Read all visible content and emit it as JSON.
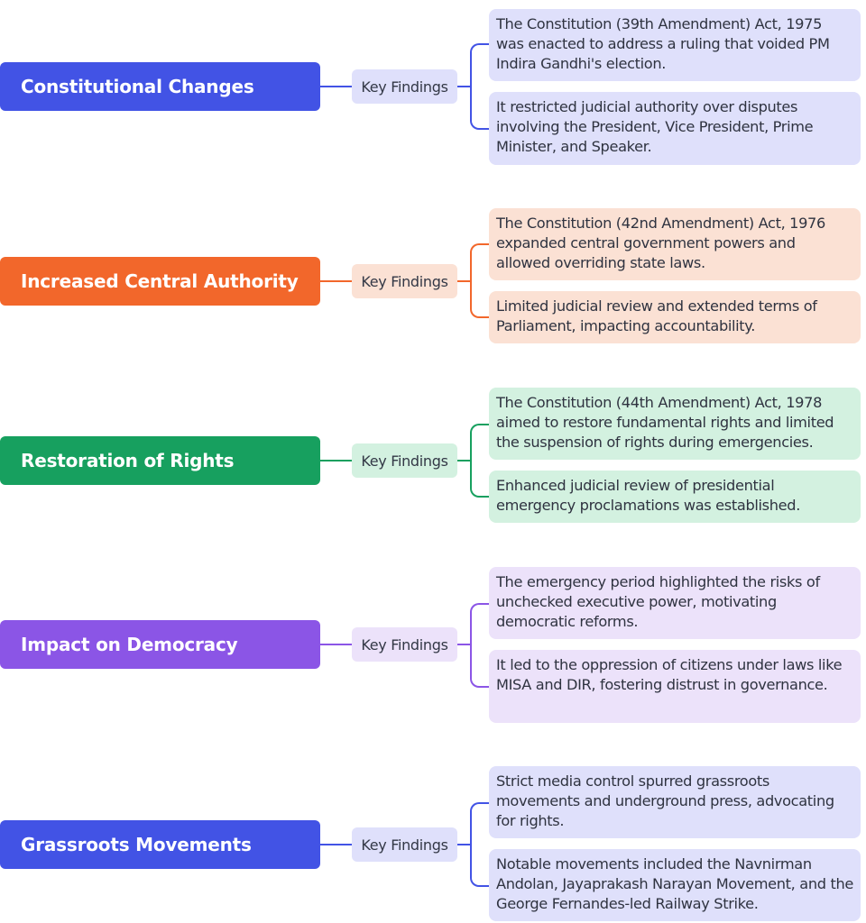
{
  "branches": [
    {
      "topic": "Constitutional Changes",
      "label": "Key Findings",
      "color": "#4253e5",
      "details": [
        "The Constitution (39th Amendment) Act, 1975 was enacted to address a ruling that voided PM Indira Gandhi's election.",
        "It restricted judicial authority over disputes involving the President, Vice President, Prime Minister, and Speaker."
      ]
    },
    {
      "topic": "Increased Central Authority",
      "label": "Key Findings",
      "color": "#f2672b",
      "details": [
        "The Constitution (42nd Amendment) Act, 1976 expanded central government powers and allowed overriding state laws.",
        "Limited judicial review and extended terms of Parliament, impacting accountability."
      ]
    },
    {
      "topic": "Restoration of Rights",
      "label": "Key Findings",
      "color": "#17a05f",
      "details": [
        "The Constitution (44th Amendment) Act, 1978 aimed to restore fundamental rights and limited the suspension of rights during emergencies.",
        "Enhanced judicial review of presidential emergency proclamations was established."
      ]
    },
    {
      "topic": "Impact on Democracy",
      "label": "Key Findings",
      "color": "#8b55e6",
      "details": [
        "The emergency period highlighted the risks of unchecked executive power, motivating democratic reforms.",
        "It led to the oppression of citizens under laws like MISA and DIR, fostering distrust in governance."
      ]
    },
    {
      "topic": "Grassroots Movements",
      "label": "Key Findings",
      "color": "#4253e5",
      "details": [
        "Strict media control spurred grassroots movements and underground press, advocating for rights.",
        "Notable movements included the Navnirman Andolan, Jayaprakash Narayan Movement, and the George Fernandes-led Railway Strike."
      ]
    }
  ]
}
